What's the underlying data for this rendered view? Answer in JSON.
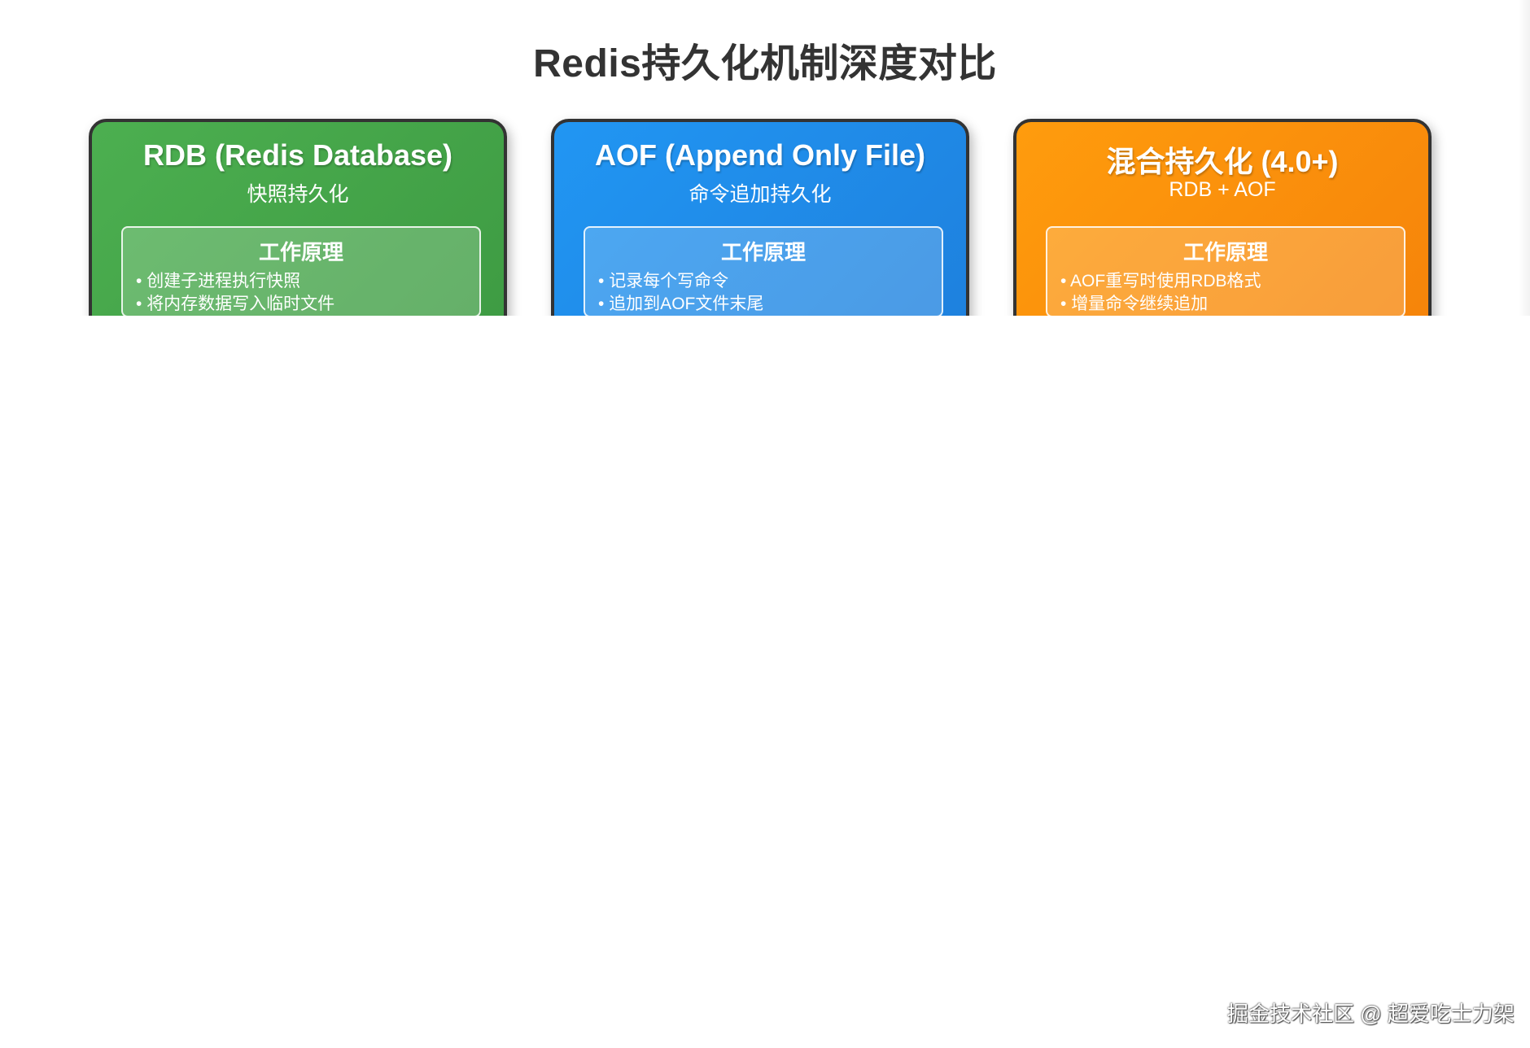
{
  "title": "Redis持久化机制深度对比",
  "colors": {
    "rdb": "#4caf50",
    "aof": "#2196f3",
    "mixed": "#ff9800",
    "border": "#333333"
  },
  "cards": [
    {
      "title": "RDB (Redis Database)",
      "subtitle": "快照持久化",
      "panel_title": "工作原理",
      "points": [
        "创建子进程执行快照",
        "将内存数据写入临时文件"
      ]
    },
    {
      "title": "AOF (Append Only File)",
      "subtitle": "命令追加持久化",
      "panel_title": "工作原理",
      "points": [
        "记录每个写命令",
        "追加到AOF文件末尾"
      ]
    },
    {
      "title": "混合持久化 (4.0+)",
      "subtitle": "RDB + AOF",
      "panel_title": "工作原理",
      "points": [
        "AOF重写时使用RDB格式",
        "增量命令继续追加"
      ]
    }
  ],
  "watermark": "掘金技术社区 @ 超爱吃士力架"
}
